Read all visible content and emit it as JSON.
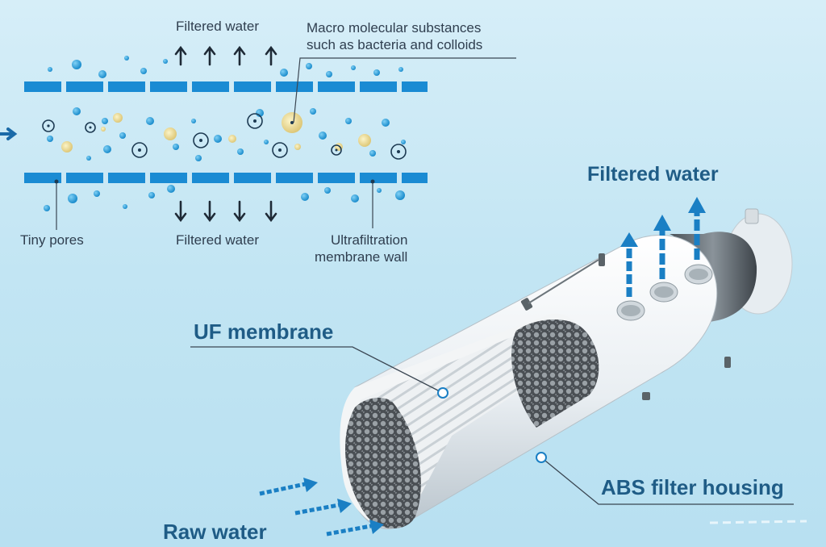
{
  "membrane_diagram": {
    "filtered_water_top": "Filtered water",
    "macro_line1": "Macro molecular substances",
    "macro_line2": "such as bacteria and colloids",
    "tiny_pores": "Tiny pores",
    "filtered_water_bottom": "Filtered water",
    "uf_wall_line1": "Ultrafiltration",
    "uf_wall_line2": "membrane wall"
  },
  "module_diagram": {
    "filtered_water": "Filtered water",
    "uf_membrane": "UF membrane",
    "abs_housing": "ABS filter housing",
    "raw_water": "Raw water"
  },
  "colors": {
    "background": "#c6e7f4",
    "wall_blue": "#1a8bd3",
    "arrow_blue": "#1a7fc4",
    "label_dark_blue": "#1f5c86",
    "text_gray": "#2f3e4f",
    "macro_yellow": "#ecd98a"
  },
  "icons": [
    "up-arrow-icon",
    "down-arrow-icon",
    "right-arrow-icon",
    "bacteria-particle-icon",
    "water-drop-icon"
  ]
}
